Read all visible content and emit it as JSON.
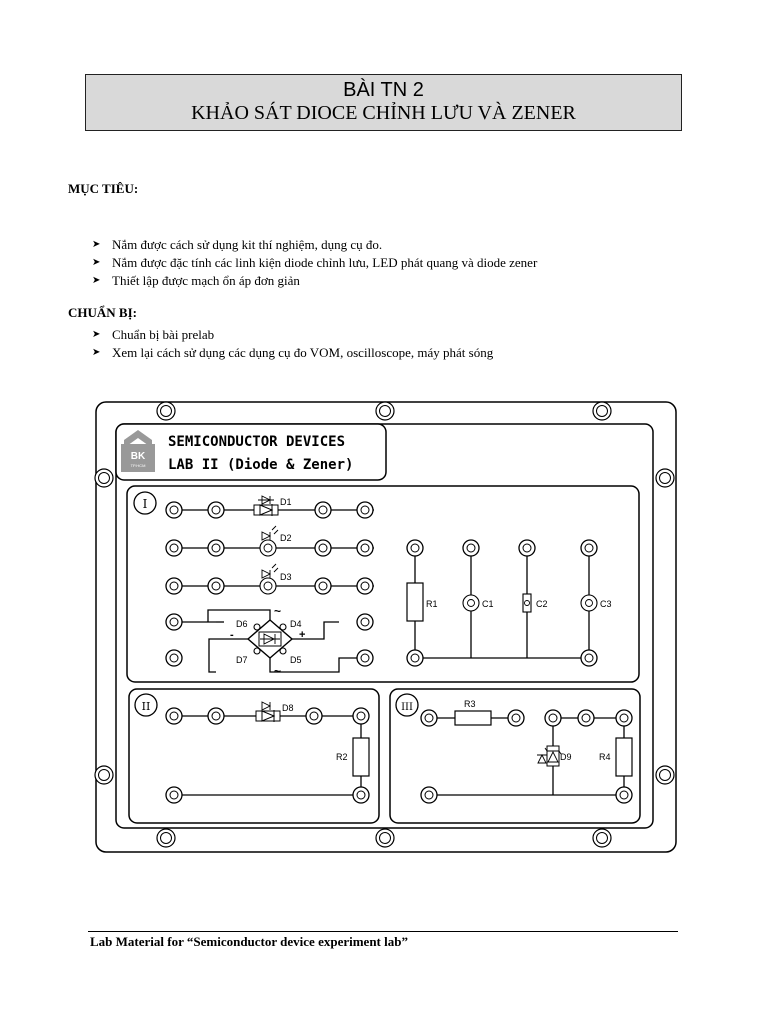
{
  "header": {
    "line1": "BÀI TN 2",
    "line2": "KHẢO SÁT DIOCE CHỈNH LƯU VÀ ZENER"
  },
  "objectives": {
    "heading": "MỤC TIÊU:",
    "items": [
      "Nắm được cách sử dụng kit thí nghiệm, dụng cụ đo.",
      "Nắm được đặc tính các linh kiện diode chỉnh lưu, LED phát quang và diode zener",
      "Thiết lập được mạch ổn áp đơn giản"
    ]
  },
  "preparation": {
    "heading": "CHUẨN BỊ:",
    "items": [
      "Chuẩn bị bài prelab",
      "Xem lại cách sử dụng các dụng cụ đo VOM, oscilloscope, máy phát sóng"
    ]
  },
  "kit": {
    "logo_text": "BK",
    "logo_subtext": "TP.HCM",
    "title_line1": "SEMICONDUCTOR DEVICES",
    "title_line2": "LAB II (Diode & Zener)",
    "section_labels": [
      "I",
      "II",
      "III"
    ],
    "component_labels": {
      "d1": "D1",
      "d2": "D2",
      "d3": "D3",
      "d4": "D4",
      "d5": "D5",
      "d6": "D6",
      "d7": "D7",
      "d8": "D8",
      "d9": "D9",
      "r1": "R1",
      "r2": "R2",
      "r3": "R3",
      "r4": "R4",
      "c1": "C1",
      "c2": "C2",
      "c3": "C3"
    },
    "bridge_symbols": {
      "minus": "-",
      "plus": "+",
      "ac": "~"
    }
  },
  "footer": {
    "text": "Lab Material for “Semiconductor device experiment lab”"
  }
}
